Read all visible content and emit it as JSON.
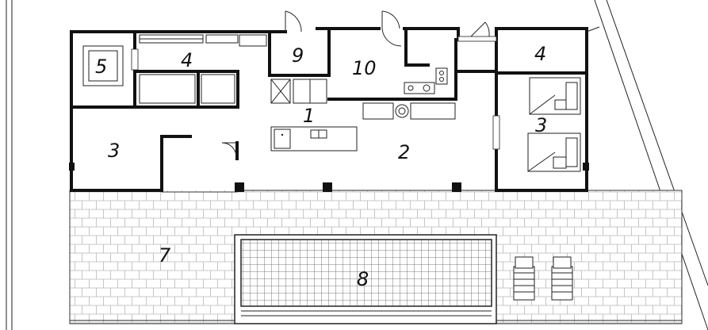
{
  "rooms": {
    "r1": "1",
    "r2": "2",
    "r3_left": "3",
    "r3_right": "3",
    "r4_left": "4",
    "r4_right": "4",
    "r5": "5",
    "r7": "7",
    "r8": "8",
    "r9": "9",
    "r10": "10"
  }
}
